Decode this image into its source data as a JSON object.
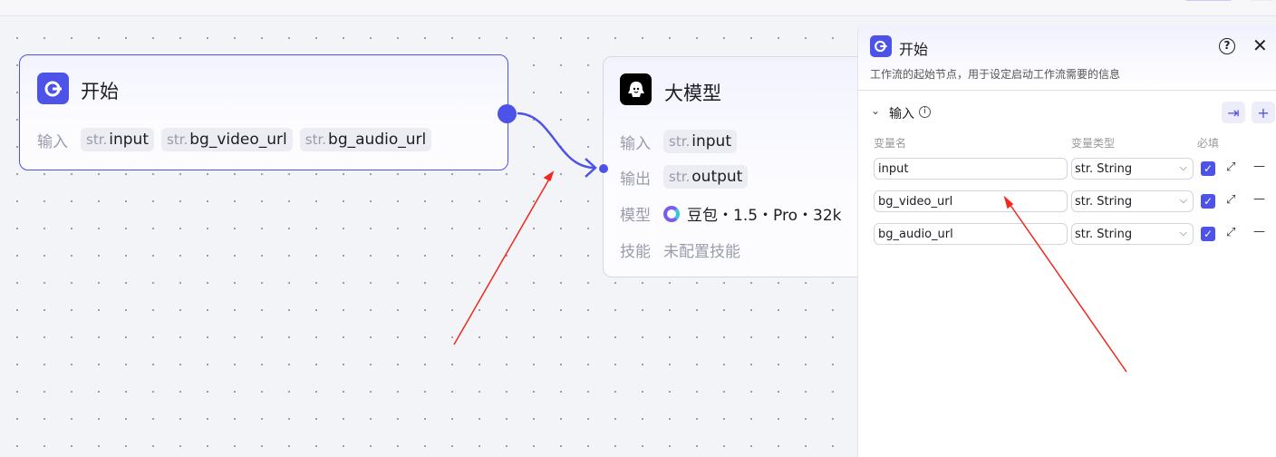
{
  "start_node": {
    "title": "开始",
    "input_label": "输入",
    "inputs": [
      {
        "type": "str.",
        "name": "input"
      },
      {
        "type": "str.",
        "name": "bg_video_url"
      },
      {
        "type": "str.",
        "name": "bg_audio_url"
      }
    ]
  },
  "llm_node": {
    "title": "大模型",
    "input_label": "输入",
    "input": {
      "type": "str.",
      "name": "input"
    },
    "output_label": "输出",
    "output": {
      "type": "str.",
      "name": "output"
    },
    "model_label": "模型",
    "model": "豆包・1.5・Pro・32k",
    "skill_label": "技能",
    "skill": "未配置技能"
  },
  "panel": {
    "title": "开始",
    "description": "工作流的起始节点，用于设定启动工作流需要的信息",
    "section": "输入",
    "col_name": "变量名",
    "col_type": "变量类型",
    "col_required": "必填",
    "rows": [
      {
        "name": "input",
        "type": "str. String",
        "required": true
      },
      {
        "name": "bg_video_url",
        "type": "str. String",
        "required": true
      },
      {
        "name": "bg_audio_url",
        "type": "str. String",
        "required": true
      }
    ]
  },
  "colors": {
    "accent": "#4d53e8",
    "annotation": "#f0281e"
  }
}
